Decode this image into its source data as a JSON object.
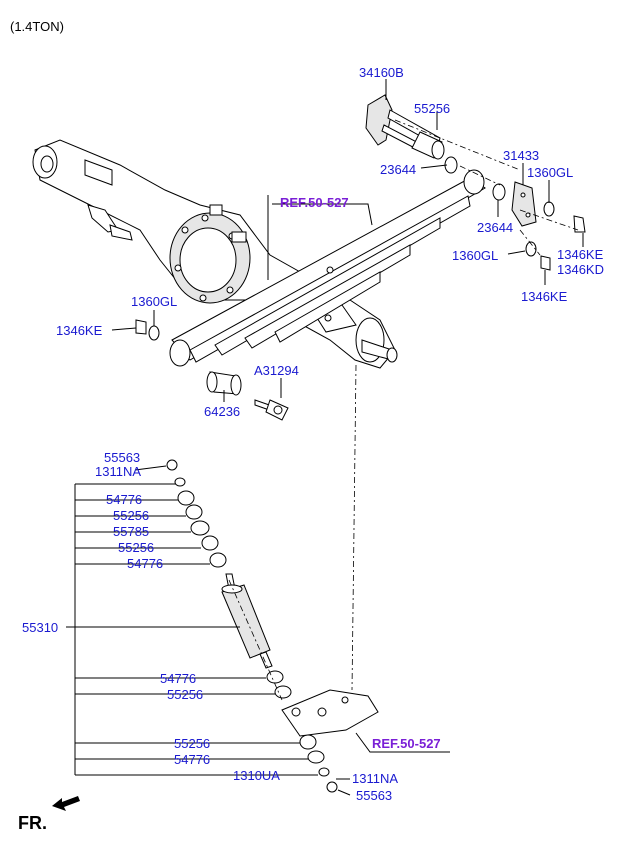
{
  "header": {
    "variant": "(1.4TON)"
  },
  "direction": {
    "label": "FR."
  },
  "refs": {
    "top": "REF.50-527",
    "bottom": "REF.50-527"
  },
  "parts": {
    "p34160B": "34160B",
    "p55256_top": "55256",
    "p23644_a": "23644",
    "p31433": "31433",
    "p1360GL_a": "1360GL",
    "p23644_b": "23644",
    "p1346KE_a": "1346KE",
    "p1346KD": "1346KD",
    "p1360GL_b": "1360GL",
    "p1346KE_b": "1346KE",
    "p1360GL_c": "1360GL",
    "p1346KE_c": "1346KE",
    "pA31294": "A31294",
    "p64236": "64236",
    "p55563_a": "55563",
    "p1311NA_a": "1311NA",
    "p54776_a": "54776",
    "p55256_a": "55256",
    "p55785": "55785",
    "p55256_b": "55256",
    "p54776_b": "54776",
    "p55310": "55310",
    "p54776_c": "54776",
    "p55256_c": "55256",
    "p55256_d": "55256",
    "p54776_d": "54776",
    "p1310UA": "1310UA",
    "p1311NA_b": "1311NA",
    "p55563_b": "55563"
  },
  "colors": {
    "part_label": "#1a1ad0",
    "ref_label": "#7a1fd6"
  }
}
